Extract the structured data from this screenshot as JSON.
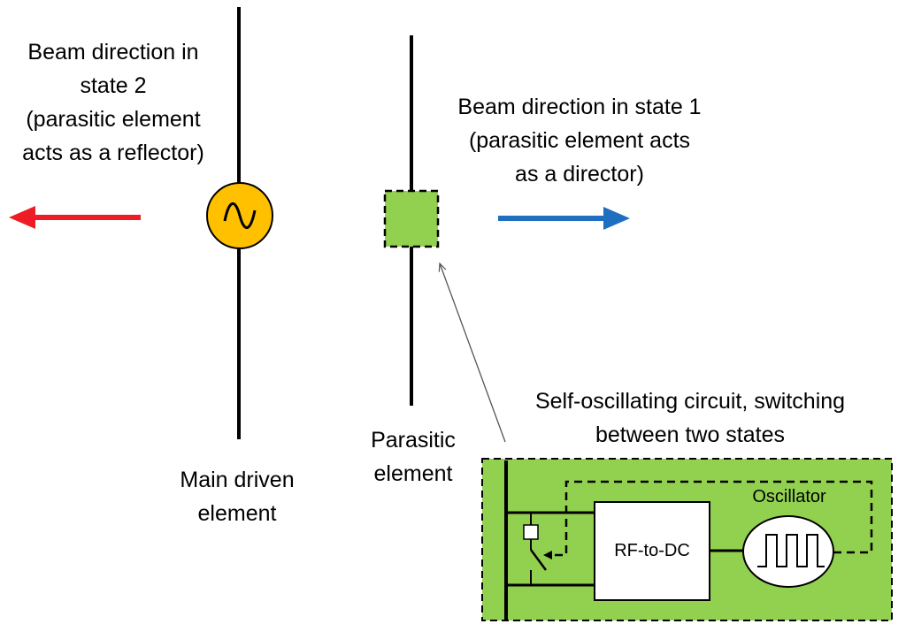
{
  "labels": {
    "state2": [
      "Beam direction in",
      "state 2",
      "(parasitic element",
      "acts as a reflector)"
    ],
    "state1": [
      "Beam direction in state 1",
      "(parasitic element acts",
      "as a director)"
    ],
    "main_element": [
      "Main driven",
      "element"
    ],
    "parasitic_element": [
      "Parasitic",
      "element"
    ],
    "circuit_title": [
      "Self-oscillating circuit, switching",
      "between two states"
    ],
    "rf_to_dc": "RF-to-DC",
    "oscillator": "Oscillator"
  },
  "colors": {
    "state2_arrow": "#ee1c24",
    "state1_arrow": "#1f6fc0",
    "source_fill": "#ffc000",
    "green_fill": "#92d050",
    "line": "#000000"
  },
  "icons": {
    "source": "sine-wave-source-icon",
    "oscillator": "square-wave-icon"
  }
}
